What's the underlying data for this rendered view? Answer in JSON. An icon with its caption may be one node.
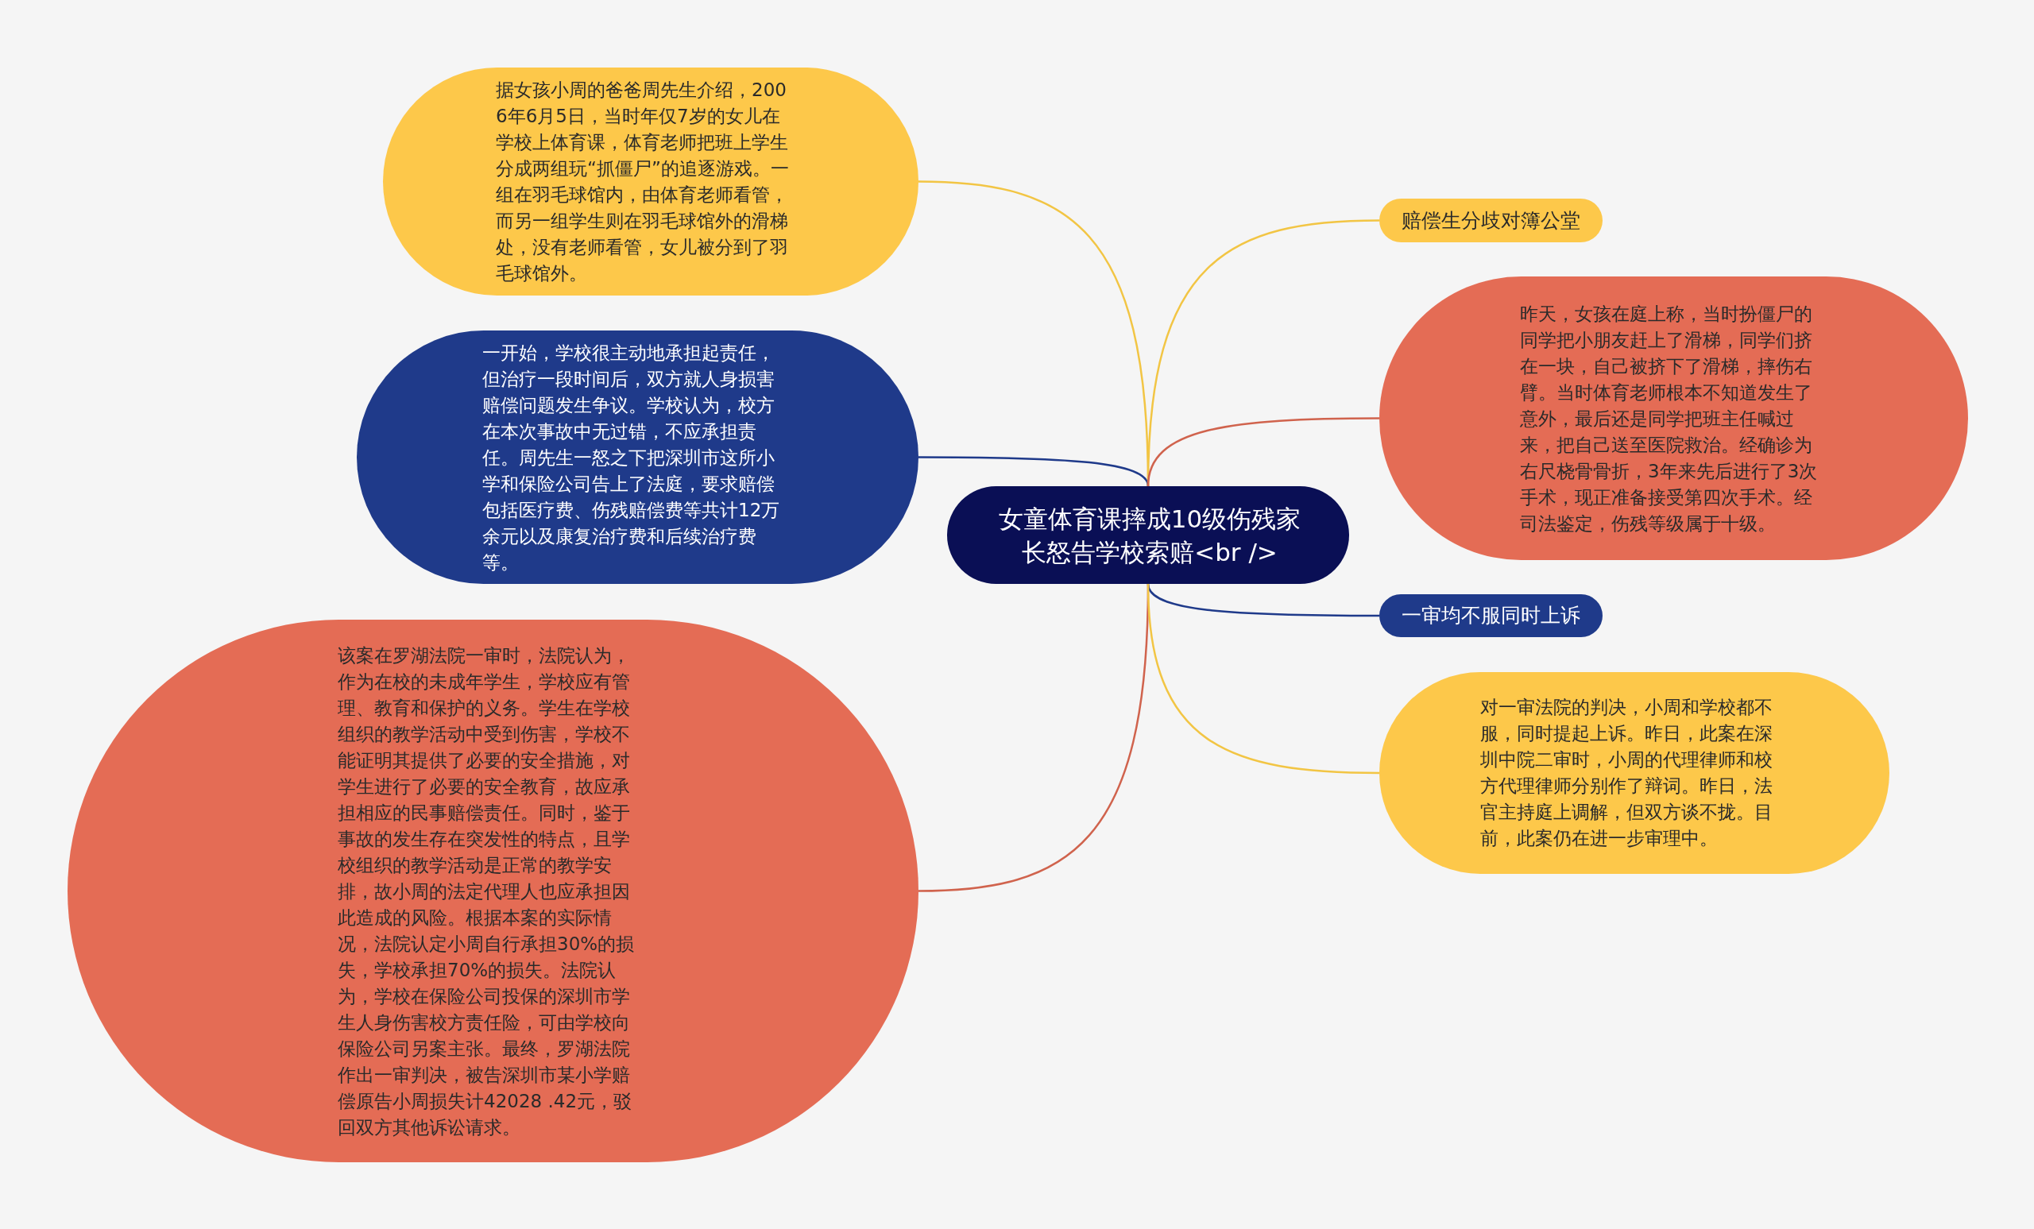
{
  "diagram": {
    "nodes": [
      {
        "text": [
          "女童体育课摔成10级伤残家长怒告学校索赔<br />"
        ]
      },
      {
        "text": [
          "据女孩小周的爸爸周先生介绍，2006年6月5日，当时年仅7岁的女儿在学校上体育课，体育老师把班上学生分成两组玩“抓僵尸”的追逐游戏。一组在羽毛球馆内，由体育老师看管，而另一组学生则在羽毛球馆外的滑梯处，没有老师看管，女儿被分到了羽毛球馆外。"
        ]
      },
      {
        "text": [
          "一开始，学校很主动地承担起责任，但治疗一段时间后，双方就人身损害赔偿问题发生争议。学校认为，校方在本次事故中无过错，不应承担责任。周先生一怒之下把深圳市这所小学和保险公司告上了法庭，要求赔偿包括医疗费、伤残赔偿费等共计12万余元以及康复治疗费和后续治疗费等。"
        ]
      },
      {
        "text": [
          "该案在罗湖法院一审时，法院认为，作为在校的未成年学生，学校应有管理、教育和保护的义务。学生在学校组织的教学活动中受到伤害，学校不能证明其提供了必要的安全措施，对学生进行了必要的安全教育，故应承担相应的民事赔偿责任。同时，鉴于事故的发生存在突发性的特点，且学校组织的教学活动是正常的教学安排，故小周的法定代理人也应承担因此造成的风险。根据本案的实际情况，法院认定小周自行承担30%的损失，学校承担70%的损失。法院认为，学校在保险公司投保的深圳市学生人身伤害校方责任险，可由学校向保险公司另案主张。最终，罗湖法院作出一审判决，被告深圳市某小学赔偿原告小周损失计42028 .42元，驳回双方其他诉讼请求。"
        ]
      },
      {
        "text": [
          "赔偿生分歧对簿公堂"
        ]
      },
      {
        "text": [
          "昨天，女孩在庭上称，当时扮僵尸的同学把小朋友赶上了滑梯，同学们挤在一块，自己被挤下了滑梯，摔伤右臂。当时体育老师根本不知道发生了意外，最后还是同学把班主任喊过来，把自己送至医院救治。经确诊为右尺桡骨骨折，3年来先后进行了3次手术，现正准备接受第四次手术。经司法鉴定，伤残等级属于十级。"
        ]
      },
      {
        "text": [
          "一审均不服同时上诉"
        ]
      },
      {
        "text": [
          "对一审法院的判决，小周和学校都不服，同时提起上诉。昨日，此案在深圳中院二审时，小周的代理律师和校方代理律师分别作了辩词。昨日，法官主持庭上调解，但双方谈不拢。目前，此案仍在进一步审理中。"
        ]
      }
    ],
    "edges": [
      {
        "from": 0,
        "to": 1,
        "arrow": "none"
      },
      {
        "from": 0,
        "to": 2,
        "arrow": "none",
        "color": "#1f3a8a"
      },
      {
        "from": 0,
        "to": 3,
        "arrow": "none",
        "color": "#d0634d"
      },
      {
        "from": 0,
        "to": 4,
        "arrow": "none"
      },
      {
        "from": 0,
        "to": 5,
        "arrow": "none",
        "color": "#d0634d"
      },
      {
        "from": 0,
        "to": 6,
        "arrow": "none",
        "color": "#1f3a8a"
      },
      {
        "from": 0,
        "to": 7,
        "arrow": "none"
      }
    ]
  }
}
